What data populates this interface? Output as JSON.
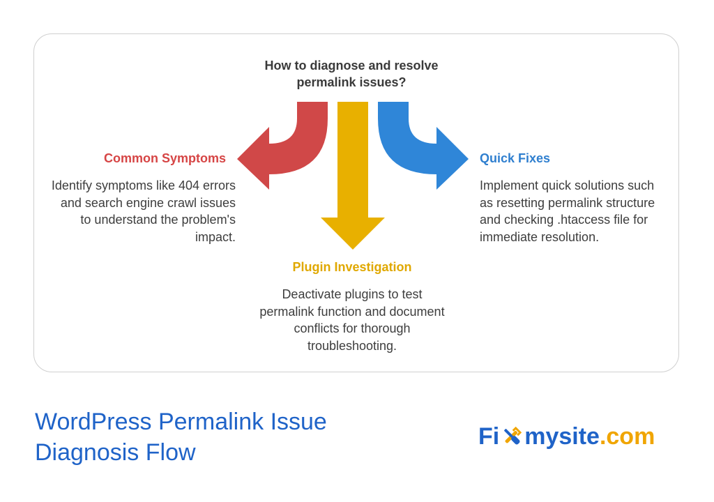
{
  "diagram": {
    "question": "How to diagnose and resolve permalink issues?",
    "branches": [
      {
        "title": "Common Symptoms",
        "text": "Identify symptoms like 404 errors and search engine crawl issues to understand the problem's impact.",
        "color": "#d64545"
      },
      {
        "title": "Plugin Investigation",
        "text": "Deactivate plugins to test permalink function and document conflicts for thorough troubleshooting.",
        "color": "#e0a800"
      },
      {
        "title": "Quick Fixes",
        "text": "Implement quick solutions such as resetting permalink structure and checking .htaccess file for immediate resolution.",
        "color": "#2f7fcf"
      }
    ]
  },
  "footer": {
    "title": "WordPress Permalink Issue Diagnosis Flow",
    "logo": {
      "part1": "Fi",
      "part2": "mysite",
      "part3": ".com",
      "icon": "wrench-screwdriver-icon",
      "primary_color": "#1f63c8",
      "accent_color": "#f0a500"
    }
  }
}
